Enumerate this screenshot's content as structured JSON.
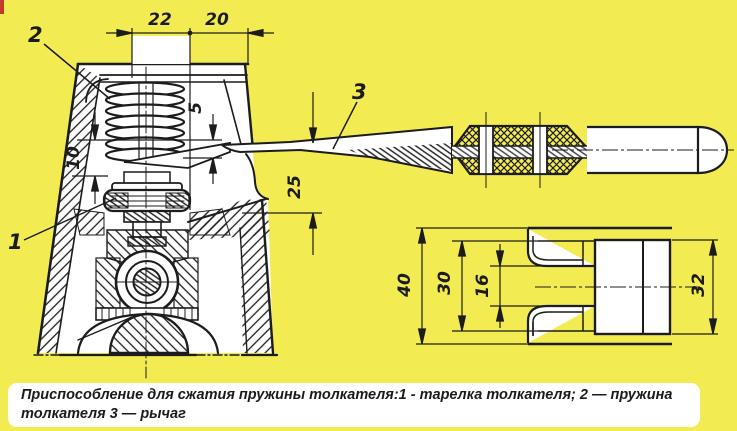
{
  "page": {
    "background_color": "#f3eb52",
    "line_color": "#1c1c1c",
    "caption_bg": "#ffffff"
  },
  "figure": {
    "type": "engineering-drawing",
    "subject": "Приспособление для сжатия пружины толкателя",
    "part_labels": {
      "p1": "1",
      "p2": "2",
      "p3": "3"
    },
    "dimensions": {
      "d22": "22",
      "d20": "20",
      "d5": "5",
      "d10": "10",
      "d25": "25",
      "d40": "40",
      "d30": "30",
      "d16": "16",
      "d32": "32"
    }
  },
  "caption": {
    "line1": "Приспособление для сжатия пружины толкателя:1 - тарелка толкателя; 2 — пружина",
    "line2": "толкателя 3 — рычаг"
  }
}
